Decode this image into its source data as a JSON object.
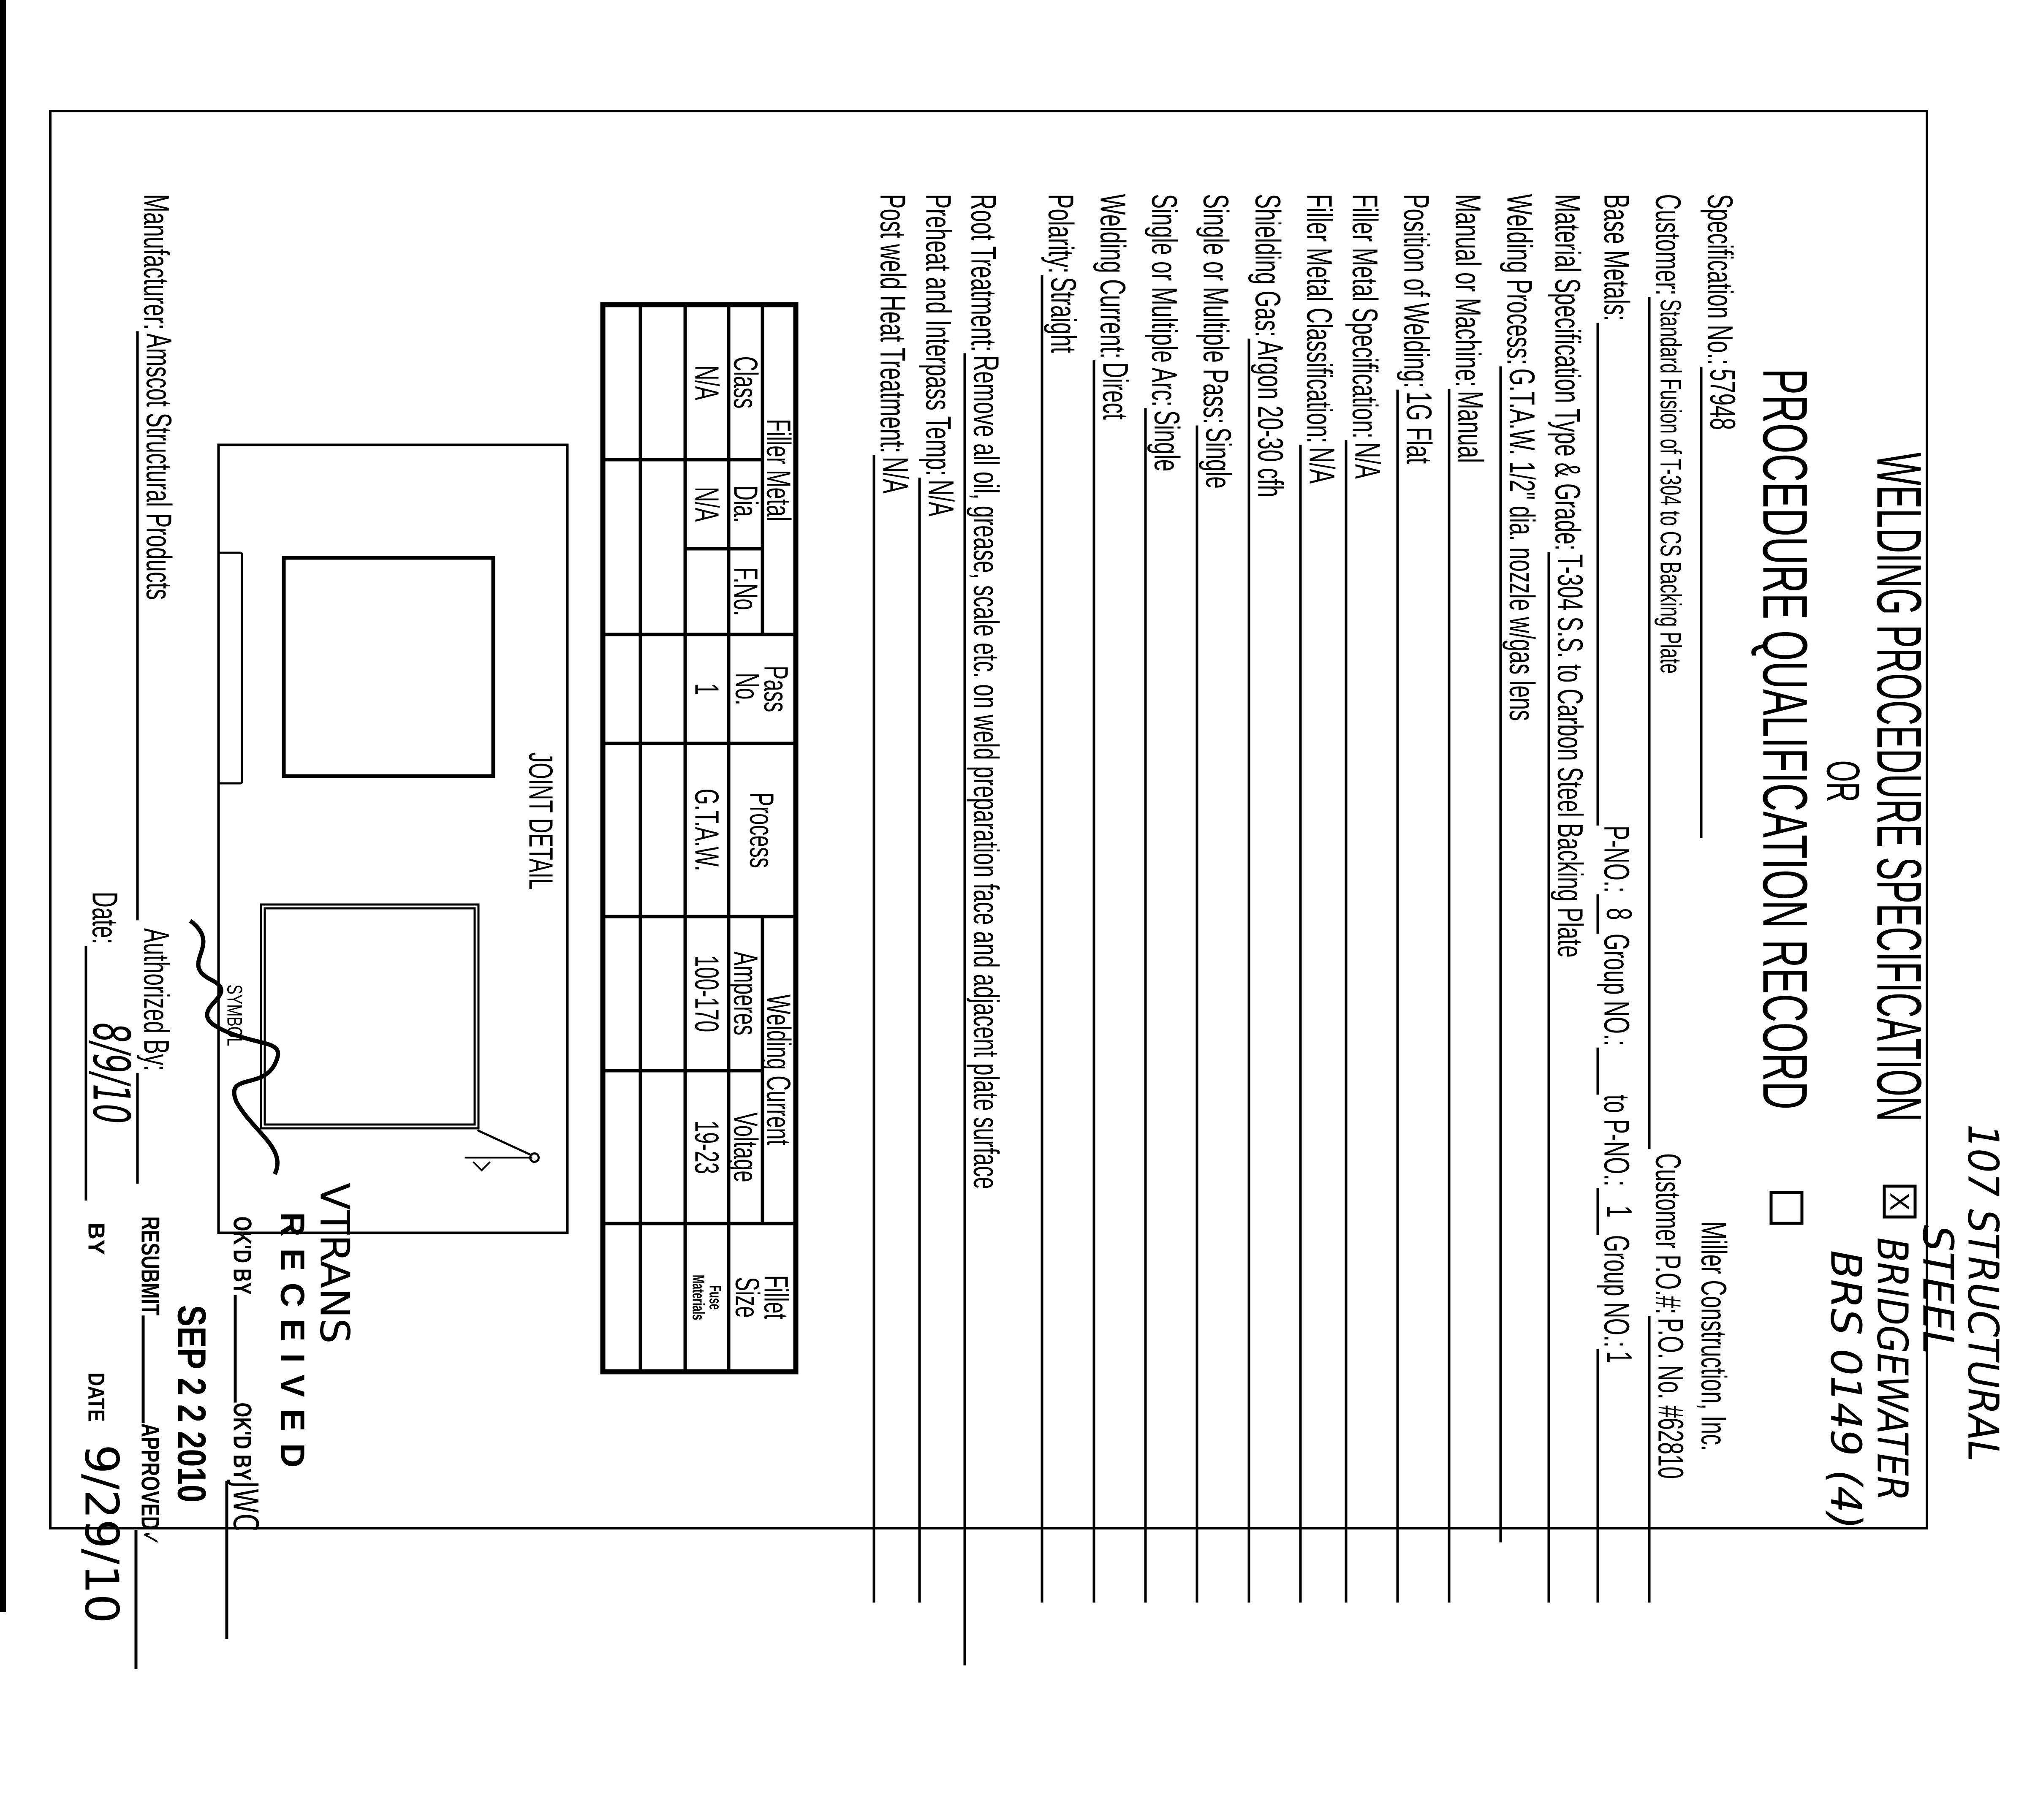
{
  "header": {
    "title_line1": "WELDING PROCEDURE SPECIFICATION",
    "title_or": "OR",
    "title_line2": "PROCEDURE QUALIFICATION RECORD",
    "wps_checked": "X",
    "pqr_checked": ""
  },
  "annotations": {
    "top_note_line1": "107 STRUCTURAL",
    "top_note_line2": "STEEL",
    "project": "BRIDGEWATER",
    "ref": "BRS 0149 (4)"
  },
  "form": {
    "spec_no_label": "Specification No.:",
    "spec_no": "57948",
    "customer_label": "Customer:",
    "customer": "Standard Fusion of T-304 to CS Backing Plate",
    "customer_po_label": "Customer P.O.#:",
    "customer_po": "P.O. No. #62810",
    "customer_name": "Miller Construction, Inc.",
    "base_metals_label": "Base Metals:",
    "base_metals": "",
    "p_no_label": "P-NO.:",
    "p_no": "8",
    "group_no_label": "Group NO.:",
    "group_no": "",
    "to_p_no_label": "to P-NO.:",
    "to_p_no": "1",
    "group_no2_label": "Group NO.:",
    "group_no2": "1",
    "material_label": "Material Specification Type & Grade:",
    "material": "T-304 S.S. to Carbon Steel Backing Plate",
    "process_label": "Welding Process:",
    "process": "G.T.A.W. 1/2\" dia. nozzle w/gas lens",
    "manual_label": "Manual or Machine:",
    "manual": "Manual",
    "position_label": "Position of Welding:",
    "position": "1G Flat",
    "filler_spec_label": "Filler Metal Specification:",
    "filler_spec": "N/A",
    "filler_class_label": "Filler Metal Classification:",
    "filler_class": "N/A",
    "shielding_label": "Shielding Gas:",
    "shielding": "Argon 20-30 cfh",
    "pass_label": "Single or Multiple Pass:",
    "pass": "Single",
    "arc_label": "Single or Multiple Arc:",
    "arc": "Single",
    "current_label": "Welding Current:",
    "current": "Direct",
    "polarity_label": "Polarity:",
    "polarity": "Straight",
    "root_label": "Root Treatment:",
    "root": "Remove all oil, grease, scale etc. on weld preparation face and adjacent plate surface",
    "preheat_label": "Preheat and Interpass Temp:",
    "preheat": "N/A",
    "postweld_label": "Post weld Heat Treatment:",
    "postweld": "N/A"
  },
  "table": {
    "filler_metal": "Filler Metal",
    "class": "Class",
    "dia": "Dia.",
    "f_no": "F.No.",
    "pass_no_1": "Pass",
    "pass_no_2": "No.",
    "process": "Process",
    "welding_current": "Welding Current",
    "amperes": "Amperes",
    "voltage": "Voltage",
    "fillet_1": "Fillet",
    "fillet_2": "Size",
    "rows": [
      {
        "class": "N/A",
        "dia": "N/A",
        "f_no": "",
        "pass_no": "1",
        "process": "G.T.A.W.",
        "amperes": "100-170",
        "voltage": "19-23",
        "fillet": "Fuse Materials"
      }
    ]
  },
  "joint": {
    "title": "JOINT DETAIL",
    "symbol": "SYMBOL"
  },
  "footer": {
    "manufacturer_label": "Manufacturer:",
    "manufacturer": "Amscot Structural Products",
    "authorized_label": "Authorized By:",
    "date_label": "Date:",
    "date": "8/9/10"
  },
  "stamp": {
    "handwritten": "VTRANS",
    "received": "RECEIVED",
    "okd_by_label1": "OK'D BY",
    "okd_by_label2": "OK'D BY",
    "okd_by_value": "JWC",
    "date": "SEP 2 2 2010",
    "resubmit": "RESUBMIT",
    "approved": "APPROVED",
    "approved_mark": "✓",
    "by": "BY",
    "date_label": "DATE",
    "date_value": "9/29/10"
  }
}
